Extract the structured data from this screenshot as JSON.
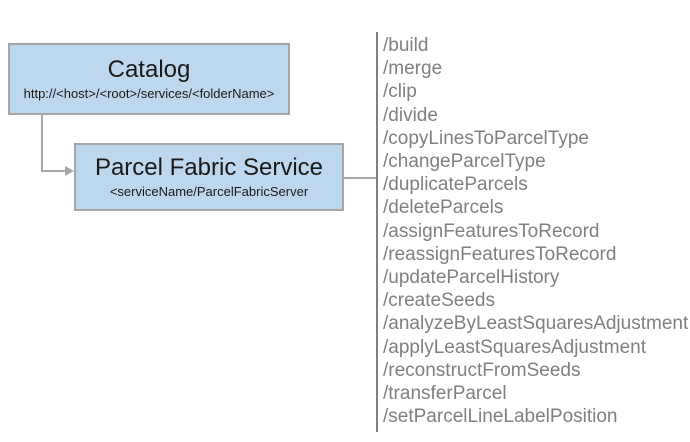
{
  "catalog": {
    "title": "Catalog",
    "url": "http://<host>/<root>/services/<folderName>"
  },
  "service": {
    "title": "Parcel Fabric Service",
    "subtitle": "<serviceName/ParcelFabricServer"
  },
  "endpoints": [
    "/build",
    "/merge",
    "/clip",
    "/divide",
    "/copyLinesToParcelType",
    "/changeParcelType",
    "/duplicateParcels",
    "/deleteParcels",
    "/assignFeaturesToRecord",
    "/reassignFeaturesToRecord",
    "/updateParcelHistory",
    "/createSeeds",
    "/analyzeByLeastSquaresAdjustment",
    "/applyLeastSquaresAdjustment",
    "/reconstructFromSeeds",
    "/transferParcel",
    "/setParcelLineLabelPosition"
  ],
  "colors": {
    "node_fill": "#bdd7ee",
    "node_border": "#a6a6a6",
    "connector": "#a6a6a6",
    "divider": "#808080",
    "endpoint_text": "#808080",
    "title_text": "#1a1a1a",
    "background": "#ffffff"
  }
}
